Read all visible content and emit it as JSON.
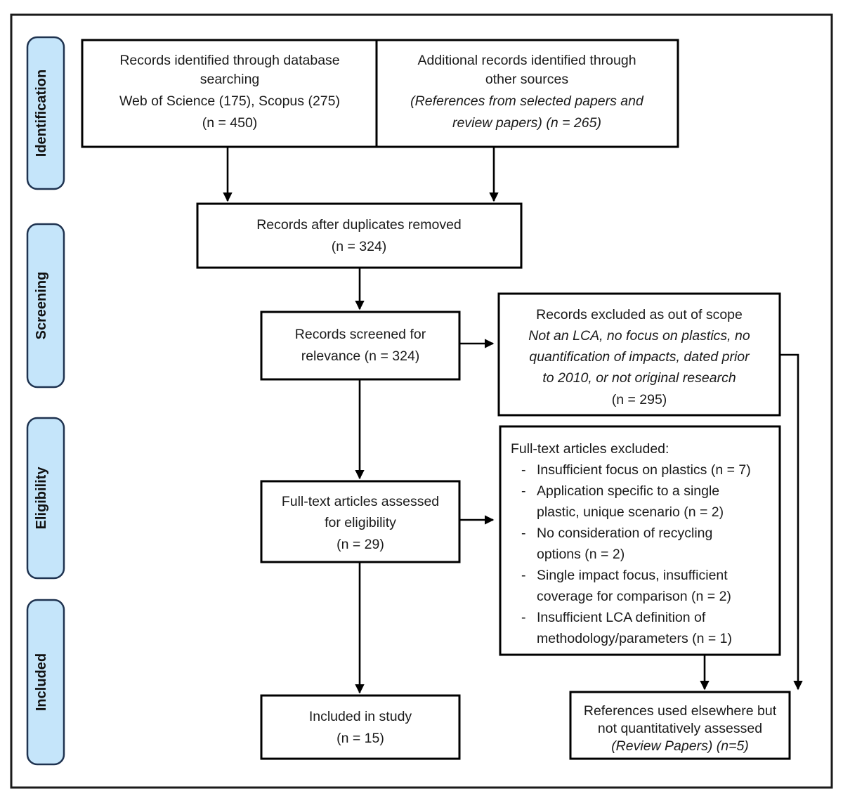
{
  "diagram": {
    "title": "PRISMA study selection flow diagram",
    "colors": {
      "stage_badge_fill": "#c5e5fa",
      "stage_badge_border": "#1f3350",
      "box_border": "#000000",
      "box_fill": "#ffffff",
      "connector": "#000000",
      "frame": "#1a1a1a"
    },
    "stages": [
      {
        "id": "identification",
        "label": "Identification"
      },
      {
        "id": "screening",
        "label": "Screening"
      },
      {
        "id": "eligibility",
        "label": "Eligibility"
      },
      {
        "id": "included",
        "label": "Included"
      }
    ],
    "nodes": {
      "database_search": {
        "lines": [
          {
            "text": "Records identified through database",
            "italic": false
          },
          {
            "text": "searching",
            "italic": false
          },
          {
            "text": "Web of Science (175), Scopus (275)",
            "italic": false
          },
          {
            "text": "(n = 450)",
            "italic": false
          }
        ]
      },
      "other_sources": {
        "lines": [
          {
            "text": "Additional records identified through",
            "italic": false
          },
          {
            "text": "other sources",
            "italic": false
          },
          {
            "text": "(References from selected papers and",
            "italic": true
          },
          {
            "text": "review papers) (n = 265)",
            "italic": true
          }
        ]
      },
      "duplicates_removed": {
        "lines": [
          {
            "text": "Records after duplicates removed",
            "italic": false
          },
          {
            "text": "(n = 324)",
            "italic": false
          }
        ]
      },
      "records_screened": {
        "lines": [
          {
            "text": "Records screened for",
            "italic": false
          },
          {
            "text": "relevance (n = 324)",
            "italic": false
          }
        ]
      },
      "records_excluded": {
        "lines": [
          {
            "text": "Records excluded as out of scope",
            "italic": false
          },
          {
            "text": "Not an LCA, no focus on plastics, no",
            "italic": true
          },
          {
            "text": "quantification of impacts, dated prior",
            "italic": true
          },
          {
            "text": "to 2010, or not original research",
            "italic": true
          },
          {
            "text": "(n = 295)",
            "italic": false
          }
        ]
      },
      "fulltext_assessed": {
        "lines": [
          {
            "text": "Full-text articles assessed",
            "italic": false
          },
          {
            "text": "for eligibility",
            "italic": false
          },
          {
            "text": "(n = 29)",
            "italic": false
          }
        ]
      },
      "fulltext_excluded": {
        "heading": "Full-text articles excluded:",
        "bullets": [
          [
            "Insufficient focus on plastics (n = 7)"
          ],
          [
            "Application specific to a single",
            "plastic, unique scenario (n = 2)"
          ],
          [
            "No consideration of recycling",
            "options (n = 2)"
          ],
          [
            "Single impact focus, insufficient",
            "coverage for comparison (n = 2)"
          ],
          [
            "Insufficient LCA definition of",
            "methodology/parameters (n = 1)"
          ]
        ],
        "bullet_marker": "-"
      },
      "included_in_study": {
        "lines": [
          {
            "text": "Included in study",
            "italic": false
          },
          {
            "text": "(n = 15)",
            "italic": false
          }
        ]
      },
      "references_elsewhere": {
        "lines": [
          {
            "text": "References used elsewhere but",
            "italic": false
          },
          {
            "text": "not quantitatively assessed",
            "italic": false
          },
          {
            "text": "(Review Papers) (n=5)",
            "italic": true
          }
        ]
      }
    }
  }
}
